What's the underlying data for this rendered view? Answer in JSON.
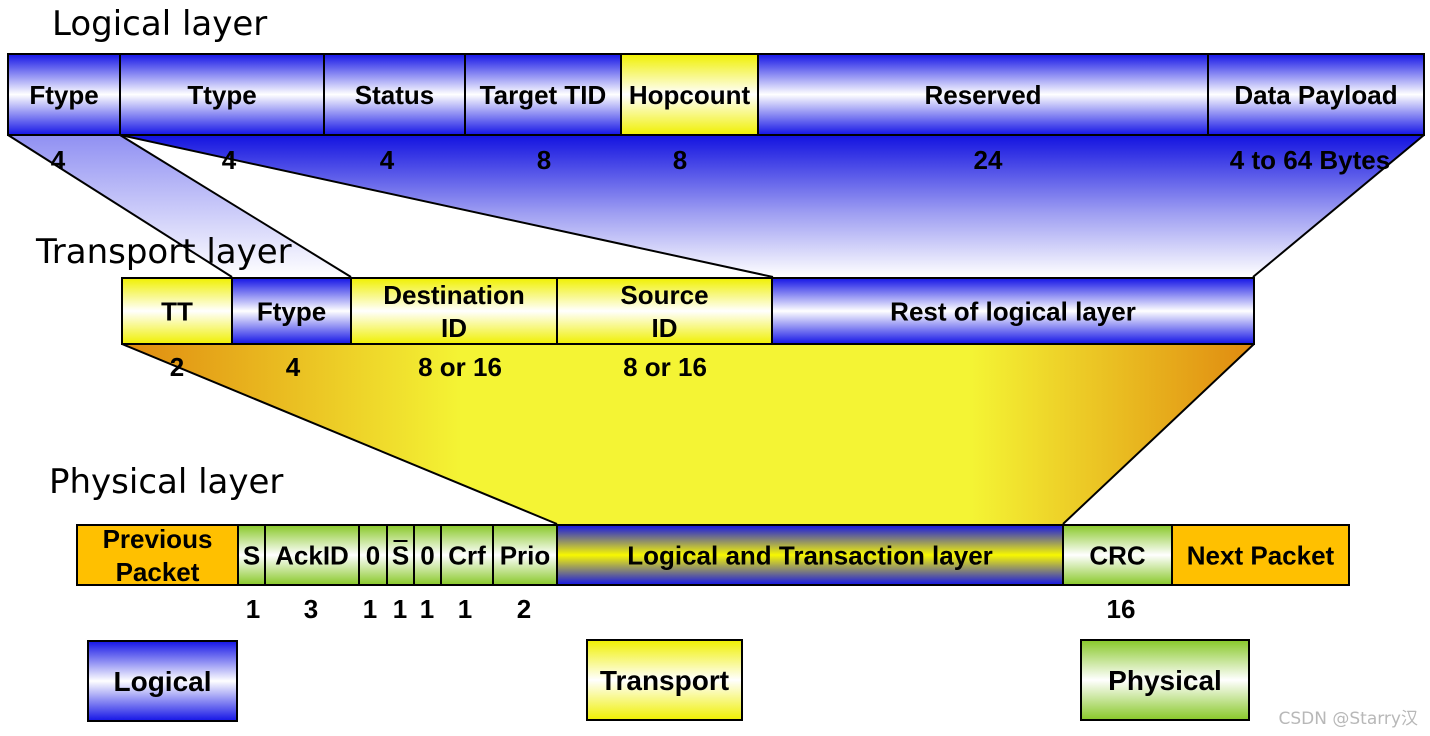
{
  "logical_layer": {
    "title": "Logical layer",
    "fields": [
      {
        "label": "Ftype",
        "bits": "4",
        "style": "blue"
      },
      {
        "label": "Ttype",
        "bits": "4",
        "style": "blue"
      },
      {
        "label": "Status",
        "bits": "4",
        "style": "blue"
      },
      {
        "label": "Target TID",
        "bits": "8",
        "style": "blue"
      },
      {
        "label": "Hopcount",
        "bits": "8",
        "style": "yellow"
      },
      {
        "label": "Reserved",
        "bits": "24",
        "style": "blue"
      },
      {
        "label": "Data Payload",
        "bits": "4 to 64 Bytes",
        "style": "blue"
      }
    ]
  },
  "transport_layer": {
    "title": "Transport layer",
    "fields": [
      {
        "label": "TT",
        "bits": "2",
        "style": "yellow"
      },
      {
        "label": "Ftype",
        "bits": "4",
        "style": "blue"
      },
      {
        "label": "Destination ID",
        "label_lines": [
          "Destination",
          "ID"
        ],
        "bits": "8 or 16",
        "style": "yellow"
      },
      {
        "label": "Source ID",
        "label_lines": [
          "Source",
          "ID"
        ],
        "bits": "8 or 16",
        "style": "yellow"
      },
      {
        "label": "Rest of logical layer",
        "bits": "",
        "style": "blue"
      }
    ]
  },
  "physical_layer": {
    "title": "Physical layer",
    "fields": [
      {
        "label": "Previous Packet",
        "label_lines": [
          "Previous",
          "Packet"
        ],
        "bits": "",
        "style": "orange"
      },
      {
        "label": "S",
        "bits": "1",
        "style": "green"
      },
      {
        "label": "AckID",
        "bits": "3",
        "style": "green"
      },
      {
        "label": "0",
        "bits": "1",
        "style": "green"
      },
      {
        "label": "S",
        "overline": true,
        "bits": "1",
        "style": "green"
      },
      {
        "label": "0",
        "bits": "1",
        "style": "green"
      },
      {
        "label": "Crf",
        "bits": "1",
        "style": "green"
      },
      {
        "label": "Prio",
        "bits": "2",
        "style": "green"
      },
      {
        "label": "Logical and Transaction layer",
        "bits": "",
        "style": "blue-yellow"
      },
      {
        "label": "CRC",
        "bits": "16",
        "style": "green"
      },
      {
        "label": "Next Packet",
        "bits": "",
        "style": "orange"
      }
    ]
  },
  "legend": [
    {
      "label": "Logical",
      "style": "blue"
    },
    {
      "label": "Transport",
      "style": "yellow"
    },
    {
      "label": "Physical",
      "style": "green"
    }
  ],
  "watermark": "CSDN @Starry汉",
  "colors": {
    "blue_edge": "#1414e6",
    "yellow_edge": "#f0f000",
    "green_edge": "#88c828",
    "orange_fill": "#ffc000",
    "funnel_orange": "#e08a10",
    "funnel_yellow": "#f4f434"
  }
}
